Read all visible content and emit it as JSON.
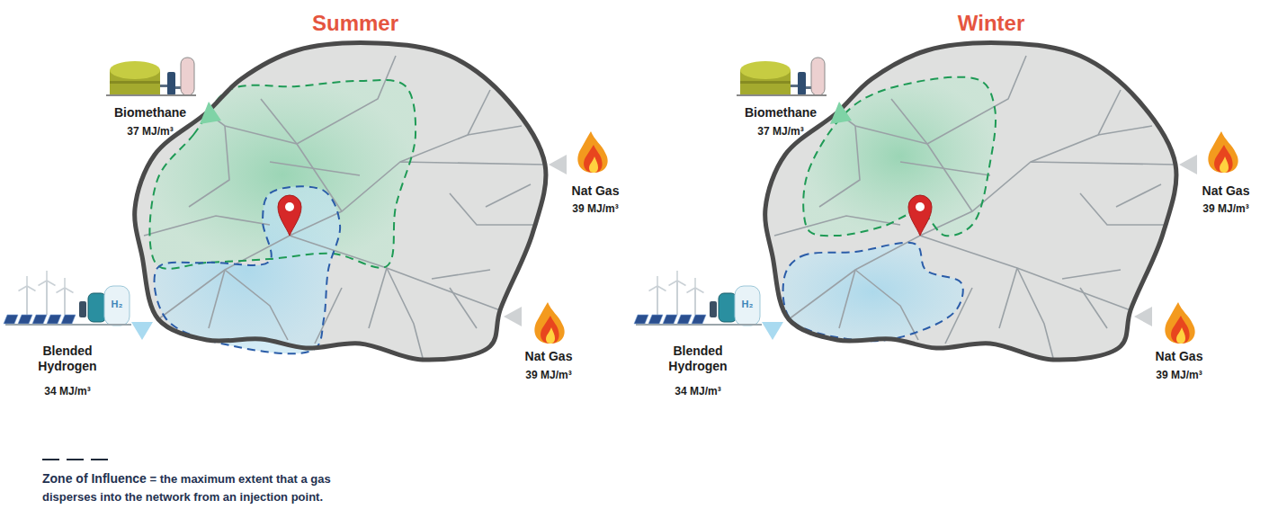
{
  "diagram": {
    "nodes": [
      {
        "text": [
          "Summer"
        ]
      },
      {
        "text": [
          "Winter"
        ]
      }
    ],
    "labels": [
      "Biomethane",
      "37 MJ/m³",
      "Nat Gas",
      "39 MJ/m³",
      "Blended Hydrogen",
      "34 MJ/m³",
      "H₂",
      "Nat Gas",
      "39 MJ/m³",
      "Biomethane",
      "37 MJ/m³",
      "Nat Gas",
      "39 MJ/m³",
      "Blended Hydrogen",
      "34 MJ/m³",
      "H₂",
      "Nat Gas",
      "39 MJ/m³"
    ],
    "legend": [
      {
        "text": "Zone of Influence = the maximum extent that a gas disperses into the network from an injection point."
      }
    ]
  }
}
